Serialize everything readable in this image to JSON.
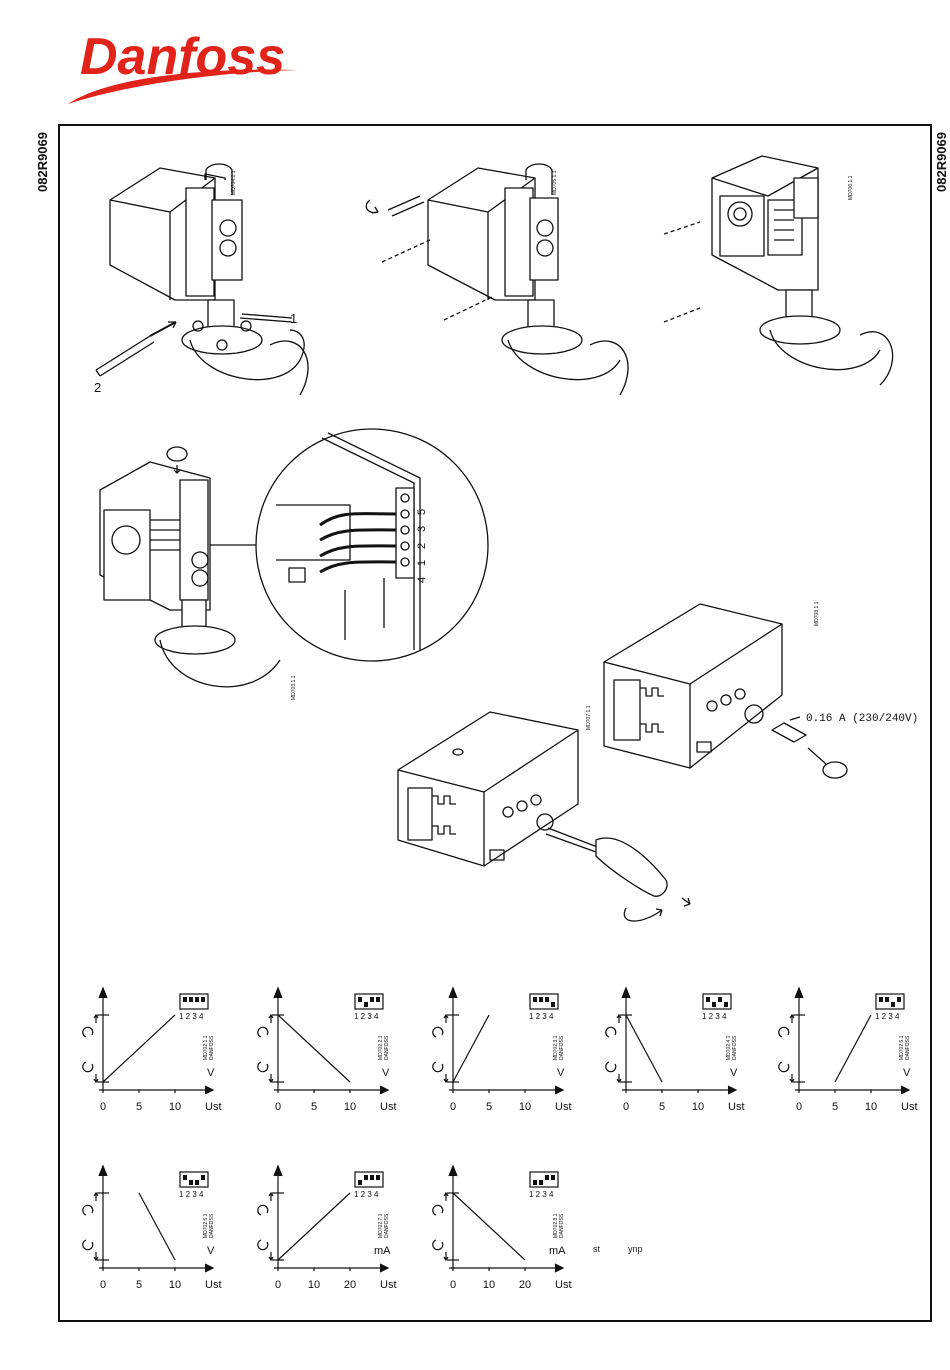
{
  "brand": {
    "name": "Danfoss",
    "color": "#e2231a"
  },
  "document_code": "082R9069",
  "fig_codes": [
    "MD704.1.1",
    "MD705.1.1",
    "MD706.1.1",
    "MD703.1.1",
    "MD707.1.1",
    "MD708.1.1"
  ],
  "fig_maker": "DANFOSS",
  "callouts": {
    "one": "1",
    "two": "2"
  },
  "terminals": [
    "5",
    "3",
    "2",
    "1",
    "4"
  ],
  "fuse_label": "0.16 A (230/240V)",
  "notes": {
    "st": "st",
    "ynp": "ynp"
  },
  "graphs": [
    {
      "id": "MD702.1.1",
      "unit": "V",
      "ticks": [
        "0",
        "5",
        "10"
      ],
      "switch": [
        1,
        1,
        1,
        1
      ],
      "line": "rising_full"
    },
    {
      "id": "MD702.2.1",
      "unit": "V",
      "ticks": [
        "0",
        "5",
        "10"
      ],
      "switch": [
        1,
        0,
        1,
        1
      ],
      "line": "falling_full"
    },
    {
      "id": "MD702.3.1",
      "unit": "V",
      "ticks": [
        "0",
        "5",
        "10"
      ],
      "switch": [
        1,
        1,
        1,
        0
      ],
      "line": "rising_half_low"
    },
    {
      "id": "MD702.4.1",
      "unit": "V",
      "ticks": [
        "0",
        "5",
        "10"
      ],
      "switch": [
        1,
        0,
        1,
        0
      ],
      "line": "falling_half_low"
    },
    {
      "id": "MD702.5.1",
      "unit": "V",
      "ticks": [
        "0",
        "5",
        "10"
      ],
      "switch": [
        1,
        1,
        0,
        1
      ],
      "line": "rising_half_high"
    },
    {
      "id": "MD702.6.1",
      "unit": "V",
      "ticks": [
        "0",
        "5",
        "10"
      ],
      "switch": [
        1,
        0,
        0,
        1
      ],
      "line": "falling_half_high"
    },
    {
      "id": "MD702.7.1",
      "unit": "mA",
      "ticks": [
        "0",
        "10",
        "20"
      ],
      "switch": [
        0,
        1,
        1,
        1
      ],
      "line": "rising_full"
    },
    {
      "id": "MD702.8.1",
      "unit": "mA",
      "ticks": [
        "0",
        "10",
        "20"
      ],
      "switch": [
        0,
        0,
        1,
        1
      ],
      "line": "falling_full"
    }
  ],
  "graph_common": {
    "axis_label": "Ust",
    "switch_numbers": "1 2 3 4"
  }
}
